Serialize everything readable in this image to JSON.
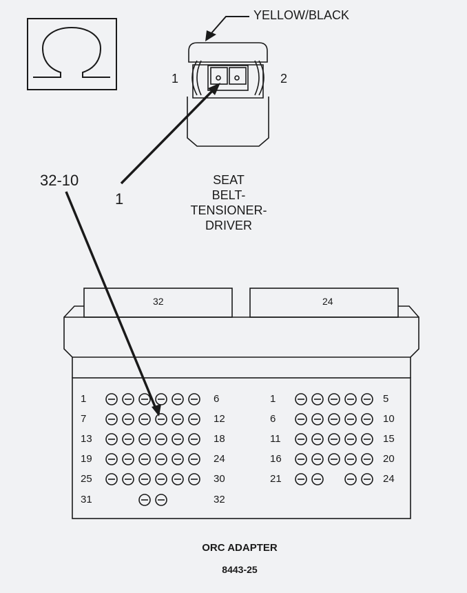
{
  "header": {
    "wire_color": "YELLOW/BLACK"
  },
  "omega_symbol": "Ω",
  "seat_belt_connector": {
    "pin_left": "1",
    "pin_right": "2",
    "name_lines": [
      "SEAT",
      "BELT-",
      "TENSIONER-",
      "DRIVER"
    ]
  },
  "callouts": {
    "orc_pin_ref": "32-10",
    "tensioner_pin_ref": "1"
  },
  "orc_adapter": {
    "left_cavity_label": "32",
    "right_cavity_label": "24",
    "left_rows": [
      {
        "start": "1",
        "end": "6",
        "pins": 6
      },
      {
        "start": "7",
        "end": "12",
        "pins": 6
      },
      {
        "start": "13",
        "end": "18",
        "pins": 6
      },
      {
        "start": "19",
        "end": "24",
        "pins": 6
      },
      {
        "start": "25",
        "end": "30",
        "pins": 6
      },
      {
        "start": "31",
        "end": "32",
        "pins": 2
      }
    ],
    "right_rows": [
      {
        "start": "1",
        "end": "5",
        "pins": 5
      },
      {
        "start": "6",
        "end": "10",
        "pins": 5
      },
      {
        "start": "11",
        "end": "15",
        "pins": 5
      },
      {
        "start": "16",
        "end": "20",
        "pins": 5
      },
      {
        "start": "21",
        "end": "24",
        "pins": 4
      }
    ],
    "title": "ORC ADAPTER"
  },
  "figure_number": "8443-25"
}
